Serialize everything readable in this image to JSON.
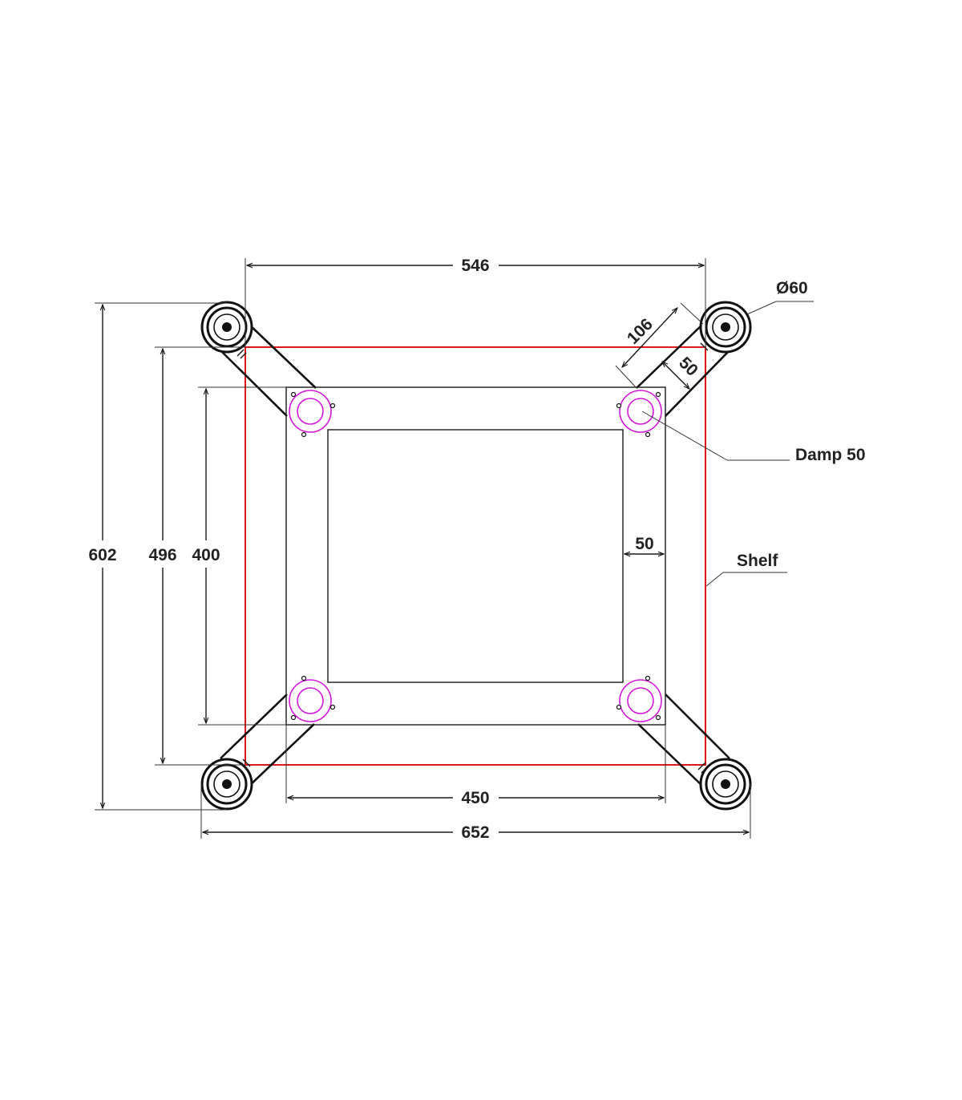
{
  "dimensions": {
    "top_width": "546",
    "outer_width": "652",
    "inner_width": "450",
    "outer_height": "602",
    "shelf_height": "496",
    "inner_height": "400",
    "frame_border": "50",
    "arm_length": "106",
    "arm_width": "50"
  },
  "callouts": {
    "foot_diameter": "Ø60",
    "damp": "Damp 50",
    "shelf": "Shelf"
  },
  "colors": {
    "shelf_outline": "#e0161b",
    "damper": "#d21ad8",
    "line": "#1a1a1a"
  }
}
